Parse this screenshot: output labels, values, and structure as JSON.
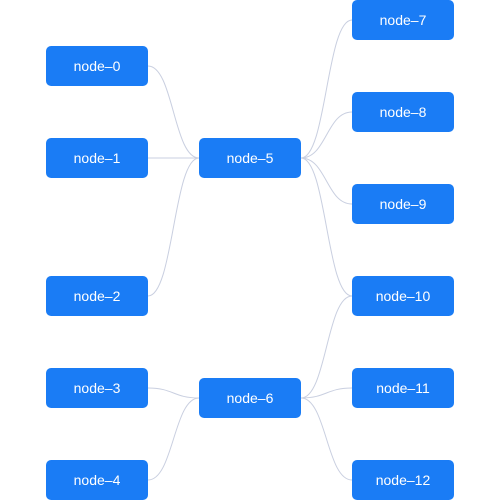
{
  "diagram": {
    "type": "mind-map",
    "colors": {
      "node_fill": "#1a7cf5",
      "node_text": "#ffffff",
      "edge": "#c9cfe0"
    },
    "nodes": [
      {
        "id": "n0",
        "label": "node–0"
      },
      {
        "id": "n1",
        "label": "node–1"
      },
      {
        "id": "n2",
        "label": "node–2"
      },
      {
        "id": "n3",
        "label": "node–3"
      },
      {
        "id": "n4",
        "label": "node–4"
      },
      {
        "id": "n5",
        "label": "node–5"
      },
      {
        "id": "n6",
        "label": "node–6"
      },
      {
        "id": "n7",
        "label": "node–7"
      },
      {
        "id": "n8",
        "label": "node–8"
      },
      {
        "id": "n9",
        "label": "node–9"
      },
      {
        "id": "n10",
        "label": "node–10"
      },
      {
        "id": "n11",
        "label": "node–11"
      },
      {
        "id": "n12",
        "label": "node–12"
      }
    ],
    "edges": [
      {
        "from": "n0",
        "to": "n5"
      },
      {
        "from": "n1",
        "to": "n5"
      },
      {
        "from": "n2",
        "to": "n5"
      },
      {
        "from": "n5",
        "to": "n7"
      },
      {
        "from": "n5",
        "to": "n8"
      },
      {
        "from": "n5",
        "to": "n9"
      },
      {
        "from": "n5",
        "to": "n10"
      },
      {
        "from": "n3",
        "to": "n6"
      },
      {
        "from": "n4",
        "to": "n6"
      },
      {
        "from": "n6",
        "to": "n10"
      },
      {
        "from": "n6",
        "to": "n11"
      },
      {
        "from": "n6",
        "to": "n12"
      }
    ]
  }
}
